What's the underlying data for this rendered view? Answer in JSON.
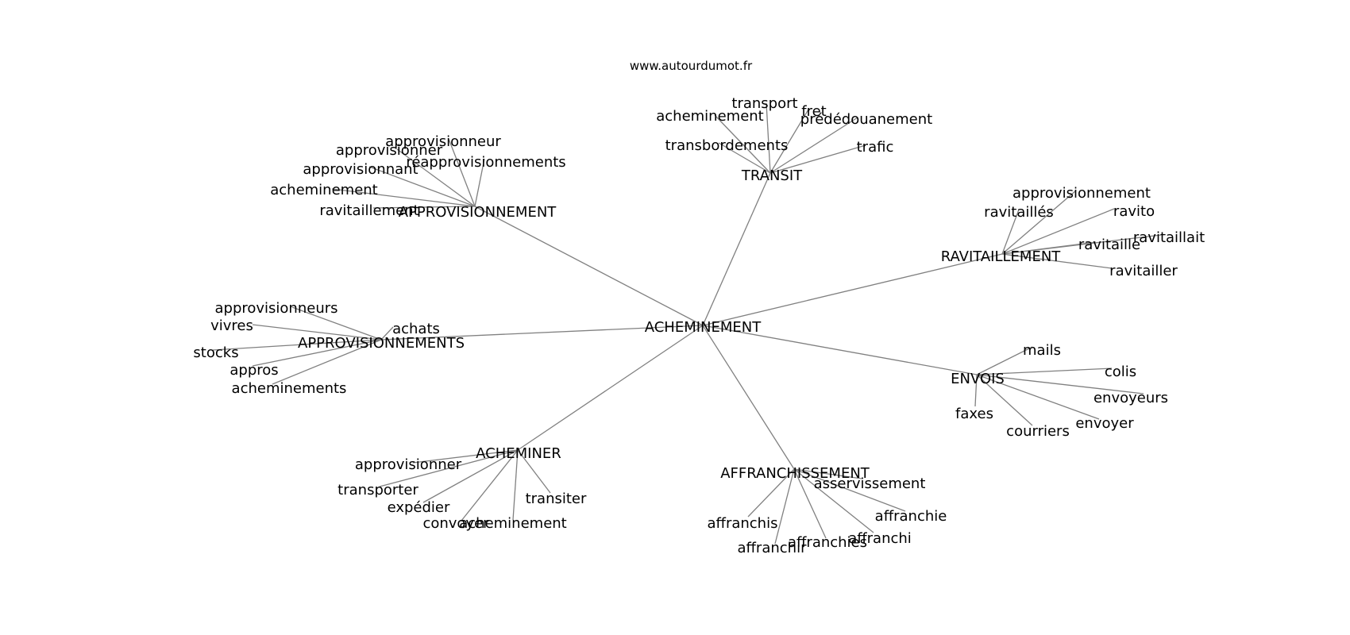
{
  "watermark": "www.autourdumot.fr",
  "colors": {
    "edge": "#808080",
    "text": "#000000",
    "background": "#ffffff"
  },
  "root": "ACHEMINEMENT",
  "clusters": [
    {
      "id": "transit",
      "label": "TRANSIT",
      "children": [
        "transport",
        "fret",
        "acheminement",
        "prédédouanement",
        "transbordements",
        "trafic"
      ]
    },
    {
      "id": "approvisionnement",
      "label": "APPROVISIONNEMENT",
      "children": [
        "approvisionneur",
        "approvisionner",
        "réapprovisionnements",
        "approvisionnant",
        "acheminement",
        "ravitaillement"
      ]
    },
    {
      "id": "ravitaillement",
      "label": "RAVITAILLEMENT",
      "children": [
        "approvisionnement",
        "ravitaillés",
        "ravito",
        "ravitaille",
        "ravitaillait",
        "ravitailler"
      ]
    },
    {
      "id": "approvisionnements",
      "label": "APPROVISIONNEMENTS",
      "children": [
        "approvisionneurs",
        "achats",
        "vivres",
        "stocks",
        "appros",
        "acheminements"
      ]
    },
    {
      "id": "envois",
      "label": "ENVOIS",
      "children": [
        "mails",
        "colis",
        "envoyeurs",
        "faxes",
        "envoyer",
        "courriers"
      ]
    },
    {
      "id": "acheminer",
      "label": "ACHEMINER",
      "children": [
        "approvisionner",
        "transporter",
        "expédier",
        "transiter",
        "convoyer",
        "acheminement"
      ]
    },
    {
      "id": "affranchissement",
      "label": "AFFRANCHISSEMENT",
      "children": [
        "asservissement",
        "affranchie",
        "affranchis",
        "affranchi",
        "affranchies",
        "affranchir"
      ]
    }
  ]
}
